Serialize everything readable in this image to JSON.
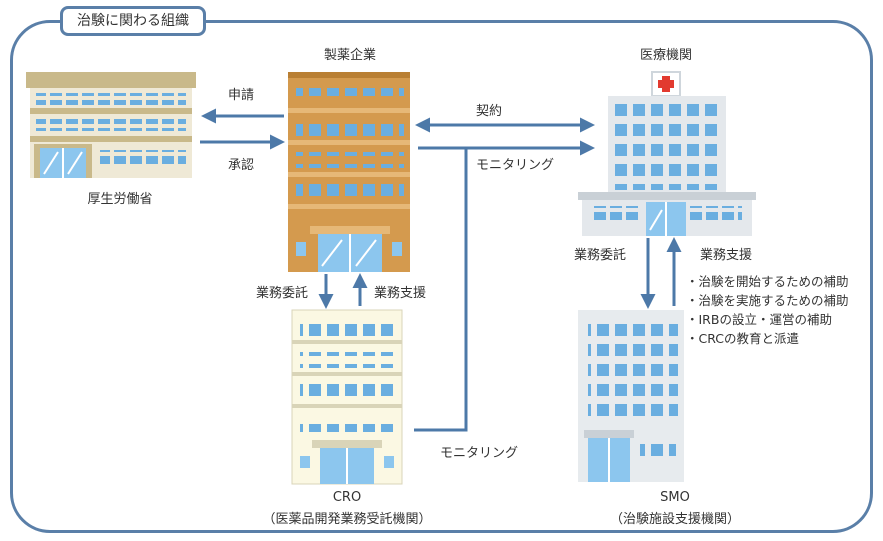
{
  "diagram": {
    "title": "治験に関わる組織",
    "nodes": {
      "mhlw": {
        "label": "厚生労働省"
      },
      "pharma": {
        "label": "製薬企業"
      },
      "hospital": {
        "label": "医療機関"
      },
      "cro": {
        "label": "CRO",
        "sublabel": "（医薬品開発業務受託機関）"
      },
      "smo": {
        "label": "SMO",
        "sublabel": "（治験施設支援機関）"
      }
    },
    "edges": {
      "apply": "申請",
      "approve": "承認",
      "contract": "契約",
      "monitoring_pharma": "モニタリング",
      "monitoring_cro": "モニタリング",
      "pharma_to_cro": "業務委託",
      "cro_to_pharma": "業務支援",
      "hosp_to_smo": "業務委託",
      "smo_to_hosp": "業務支援"
    },
    "smo_support_items": [
      "・治験を開始するための補助",
      "・治験を実施するための補助",
      "・IRBの設立・運営の補助",
      "・CRCの教育と派遣"
    ],
    "colors": {
      "frame": "#5a7fa8",
      "arrow": "#4d79a8",
      "pharma_building": "#d49a4e",
      "window": "#6aaee0",
      "hospital_cross": "#e23a2f"
    }
  }
}
